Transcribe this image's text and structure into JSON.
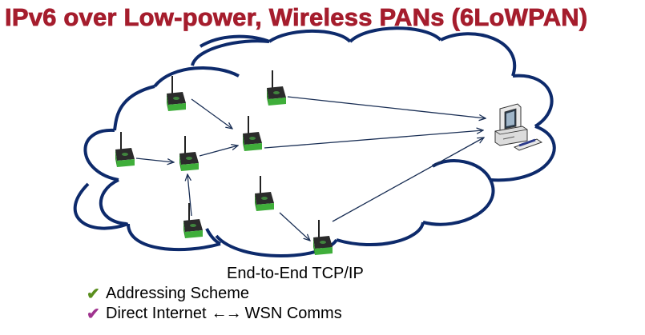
{
  "title": "IPv6 over Low-power, Wireless PANs (6LoWPAN)",
  "colors": {
    "title": "#a51d2d",
    "cloud_outline": "#0d2a6b",
    "link_arrow": "#1a2f55",
    "node_body": "#3fae3a",
    "node_top": "#2b2b2b",
    "check_1": "#5a8f1e",
    "check_2": "#a0338f"
  },
  "diagram": {
    "cloud_label": "6LoWPAN wireless sensor network",
    "nodes": [
      {
        "id": "n1",
        "label": "sensor-node"
      },
      {
        "id": "n2",
        "label": "sensor-node"
      },
      {
        "id": "n3",
        "label": "sensor-node"
      },
      {
        "id": "n4",
        "label": "sensor-node"
      },
      {
        "id": "n5",
        "label": "sensor-node"
      },
      {
        "id": "n6",
        "label": "sensor-node"
      },
      {
        "id": "n7",
        "label": "sensor-node"
      },
      {
        "id": "n8",
        "label": "sensor-node"
      }
    ],
    "host": {
      "id": "pc",
      "label": "internet-host"
    },
    "links": [
      {
        "from": "n1",
        "to": "n3"
      },
      {
        "from": "n4",
        "to": "n5"
      },
      {
        "from": "n5",
        "to": "n3"
      },
      {
        "from": "n7",
        "to": "n5"
      },
      {
        "from": "n6",
        "to": "n8"
      },
      {
        "from": "n2",
        "to": "pc"
      },
      {
        "from": "n3",
        "to": "pc"
      },
      {
        "from": "n8",
        "to": "pc"
      }
    ]
  },
  "caption": "End-to-End TCP/IP",
  "bullets": [
    {
      "icon": "check-icon",
      "text": "Addressing Scheme"
    },
    {
      "icon": "check-icon",
      "text_before": "Direct Internet",
      "arrows": "←→",
      "text_after": "WSN Comms"
    }
  ]
}
